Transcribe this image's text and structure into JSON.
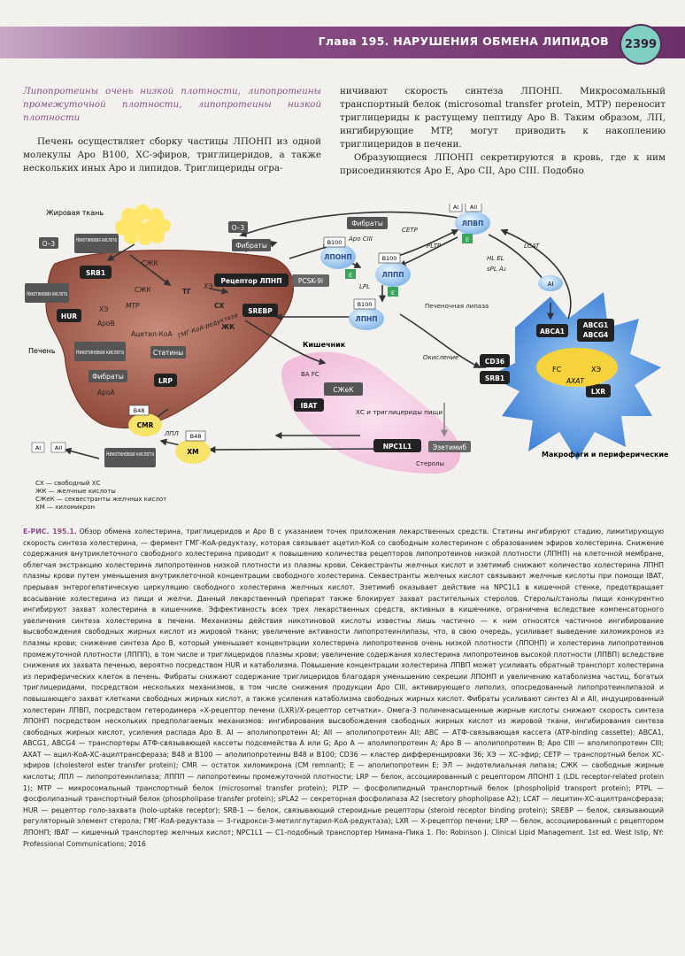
{
  "header": {
    "chapter": "Глава 195. НАРУШЕНИЯ ОБМЕНА ЛИПИДОВ",
    "page_number": "2399"
  },
  "text": {
    "left_subhead": "Липопротеины очень низкой плотности, липопротеины промежуточной плотности, липопротеины низкой плотности",
    "left_p1": "Печень осуществляет сборку частицы ЛПОНП из одной молекулы Apo B100, ХС-эфиров, триглицеридов, а также нескольких иных Apo и липидов. Триглицериды огра-",
    "right_p1": "ничивают скорость синтеза ЛПОНП. Микросомальный транспортный белок (microsomal transfer protein, MTP) переносит триглицериды к растущему пептиду Apo B. Таким образом, ЛП, ингибирующие MTP, могут приводить к накоплению триглицеридов в печени.",
    "right_p2": "Образующиеся ЛПОНП секретируются в кровь, где к ним присоединяются Apo E, Apo CII, Apo CIII. Подобно"
  },
  "figure": {
    "adipose": "Жировая ткань",
    "o3_left": "О–3",
    "niacin_top": "Никотиновая кислота",
    "szhk_top": "СЖК",
    "srb1": "SRB1",
    "niacin_left": "Никотиновая кислота",
    "hur": "HUR",
    "liver": "Печень",
    "niacin_liver": "Никотиновая кислота",
    "fibrates_liver": "Фибраты",
    "statins": "Статины",
    "xe1": "ХЭ",
    "mtp": "MTP",
    "apob": "АроВ",
    "acetyl": "Ацетил-КоА",
    "szhk_liver": "СЖК",
    "tg": "ТГ",
    "xe2": "ХЭ",
    "cx": "СХ",
    "hmg": "ГМГ-КоА-редуктаза",
    "zhk": "ЖК",
    "apoa": "АроА",
    "lrp": "LRP",
    "b48_1": "B48",
    "cmr": "CMR",
    "lpl_lower": "ЛПЛ",
    "b48_2": "B48",
    "xm": "XM",
    "niacin_bottom": "Никотиновая кислота",
    "ai_left": "AI",
    "aii_left": "AII",
    "o3_mid": "О–3",
    "fibrates_mid": "Фибраты",
    "ldlr": "Рецептор ЛПНП",
    "pcsk9": "PCSK-9i",
    "srebp": "SREBP",
    "b100_1": "B100",
    "lponp": "ЛПОНП",
    "e1": "E",
    "lpl": "LPL",
    "b100_2": "B100",
    "lppp": "ЛППП",
    "e2": "E",
    "b100_3": "B100",
    "lpnp": "ЛПНП",
    "hepatic_lipase": "Печеночная липаза",
    "fibrates_top": "Фибраты",
    "apociii": "Apo CIII",
    "cetp": "CETP",
    "pltp": "PLTP",
    "ai_top": "AI",
    "aii_top": "AII",
    "lpvp": "ЛПВП",
    "e3": "E",
    "lcat": "LCAT",
    "hl_el": "HL EL",
    "spla2": "sPL A₂",
    "ai_right": "AI",
    "oxidation": "Окисление",
    "intestine": "Кишечник",
    "ba_fc": "BA FC",
    "szhek": "СЖеК",
    "ibat": "IBAT",
    "diet": "ХС и триглицериды пищи",
    "npc1l1": "NPC1L1",
    "ezetimibe": "Эзетимиб",
    "sterols": "Стеролы",
    "abca1": "ABCA1",
    "abcg1": "ABCG1",
    "abcg4": "ABCG4",
    "cd36": "CD36",
    "srb1_right": "SRB1",
    "fc": "FC",
    "xe3": "ХЭ",
    "axat": "АХАТ",
    "lxr": "LXR",
    "macrophages": "Макрофаги и периферические клетки",
    "legend": [
      "СХ — свободный ХС",
      "ЖК — желчные кислоты",
      "СЖеК — секвестранты желчных кислот",
      "ХМ — хиломикрон"
    ]
  },
  "caption": {
    "label": "Е-РИС. 195.1.",
    "text": "Обзор обмена холестерина, триглицеридов и Apo B с указанием точек приложения лекарственных средств. Статины ингибируют стадию, лимитирующую скорость синтеза холестерина, — фермент ГМГ-КоА-редуктазу, которая связывает ацетил-КоА со свободным холестерином с образованием эфиров холестерина. Снижение содержания внутриклеточного свободного холестерина приводит к повышению количества рецепторов липопротеинов низкой плотности (ЛПНП) на клеточной мембране, облегчая экстракцию холестерина липопротеинов низкой плотности из плазмы крови. Секвестранты желчных кислот и эзетимиб снижают количество холестерина ЛПНП плазмы крови путем уменьшения внутриклеточной концентрации свободного холестерина. Секвестранты желчных кислот связывают желчные кислоты при помощи IBAT, прерывая энтерогепатическую циркуляцию свободного холестерина желчных кислот. Эзетимиб оказывает действие на NPC1L1 в кишечной стенке, предотвращает всасывание холестерина из пищи и желчи. Данный лекарственный препарат также блокирует захват растительных стеролов. Стеролы/станолы пищи конкурентно ингибируют захват холестерина в кишечнике. Эффективность всех трех лекарственных средств, активных в кишечнике, ограничена вследствие компенсаторного увеличения синтеза холестерина в печени. Механизмы действия никотиновой кислоты известны лишь частично — к ним относятся частичное ингибирование высвобождения свободных жирных кислот из жировой ткани; увеличение активности липопротеинлипазы, что, в свою очередь, усиливает выведение хиломикронов из плазмы крови; снижение синтеза Apo B, который уменьшает концентрации холестерина липопротеинов очень низкой плотности (ЛПОНП) и холестерина липопротеинов промежуточной плотности (ЛППП), в том числе и триглицеридов плазмы крови; увеличение содержания холестерина липопротеинов высокой плотности (ЛПВП) вследствие снижения их захвата печенью, вероятно посредством HUR и катаболизма. Повышение концентрации холестерина ЛПВП может усиливать обратный транспорт холестерина из периферических клеток в печень. Фибраты снижают содержание триглицеридов благодаря уменьшению секреции ЛПОНП и увеличению катаболизма частиц, богатых триглицеридами, посредством нескольких механизмов, в том числе снижения продукции Apo CIII, активирующего липолиз, опосредованный липопротеинлипазой и повышающего захват клетками свободных жирных кислот, а также усиления катаболизма свободных жирных кислот. Фибраты усиливают синтез AI и AII, индуцированный холестерин ЛПВП, посредством гетеродимера «Х-рецептор печени (LXR)/Х-рецептор сетчатки». Омега-3 полиненасыщенные жирные кислоты снижают скорость синтеза ЛПОНП посредством нескольких предполагаемых механизмов: ингибирования высвобождения свободных жирных кислот из жировой ткани, ингибирования синтеза свободных жирных кислот, усиления распада Apo B. AI — аполипопротеин AI; AII — аполипопротеин AII; ABC — АТФ-связывающая кассета (ATP-binding cassette); ABCA1, ABCG1, ABCG4 — транспортеры АТФ-связывающей кассеты подсемейства A или G; Apo A — аполипопротеин A; Apo B — аполипопротеин B; Apo CIII — аполипопротеин CIII; АХАТ — ацил-КоА-ХС-ацилтрансфераза; B48 и B100 — аполипопротеины B48 и B100; CD36 — кластер дифференцировки 36; ХЭ — ХС-эфир; CETP — транспортный белок ХС-эфиров (cholesterol ester transfer protein); CMR — остаток хиломикрона (CM remnant); E — аполипопротеин E; ЭЛ — эндотелиальная липаза; СЖК — свободные жирные кислоты; ЛПЛ — липопротеинлипаза; ЛППП — липопротеины промежуточной плотности; LRP — белок, ассоциированный с рецептором ЛПОНП 1 (LDL receptor-related protein 1); MTP — микросомальный транспортный белок (microsomal transfer protein); PLTP — фосфолипидный транспортный белок (phospholipid transport protein); PTPL — фосфолипазный транспортный белок (phospholipase transfer protein); sPLA2 — секреторная фосфолипаза A2 (secretory phopholipase A2); LCAT — лецитин-ХС-ацилтрансфераза; HUR — рецептор голо-захвата (holo-uptake receptor); SRB-1 — белок, связывающий стероидные рецепторы (steroid receptor binding protein); SREBP — белок, связывающий регуляторный элемент стерола; ГМГ-КоА-редуктаза — 3-гидрокси-3-метилглутарил-КоА-редуктаза); LXR — Х-рецептор печени; LRP — белок, ассоциированный с рецептором ЛПОНП; IBAT — кишечный транспортер желчных кислот; NPC1L1 — C1-подобный транспортер Нимана–Пика 1. По: Robinson J. Clinical Lipid Management. 1st ed. West Islip, NY: Professional Communications; 2016"
  }
}
